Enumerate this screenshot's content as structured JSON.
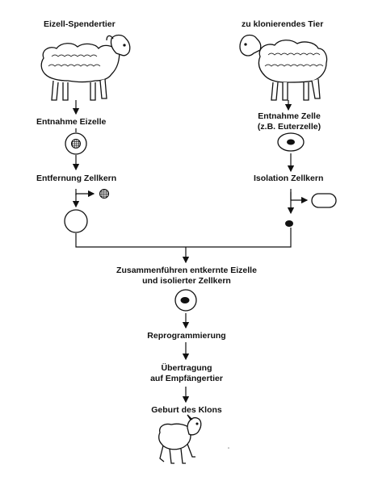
{
  "labels": {
    "donor": "Eizell-Spendertier",
    "clone_animal": "zu klonierendes Tier",
    "take_egg": "Entnahme Eizelle",
    "take_cell_line1": "Entnahme Zelle",
    "take_cell_line2": "(z.B. Euterzelle)",
    "remove_nucleus": "Entfernung Zellkern",
    "isolate_nucleus": "Isolation Zellkern",
    "combine_line1": "Zusammenführen entkernte Eizelle",
    "combine_line2": "und isolierter Zellkern",
    "reprogramming": "Reprogrammierung",
    "transfer_line1": "Übertragung",
    "transfer_line2": "auf Empfängertier",
    "birth": "Geburt des Klons"
  },
  "icons": {
    "donor_sheep": "sheep-icon",
    "clone_sheep": "sheep-icon",
    "lamb": "lamb-icon"
  },
  "colors": {
    "ink": "#111111",
    "background": "#ffffff"
  }
}
